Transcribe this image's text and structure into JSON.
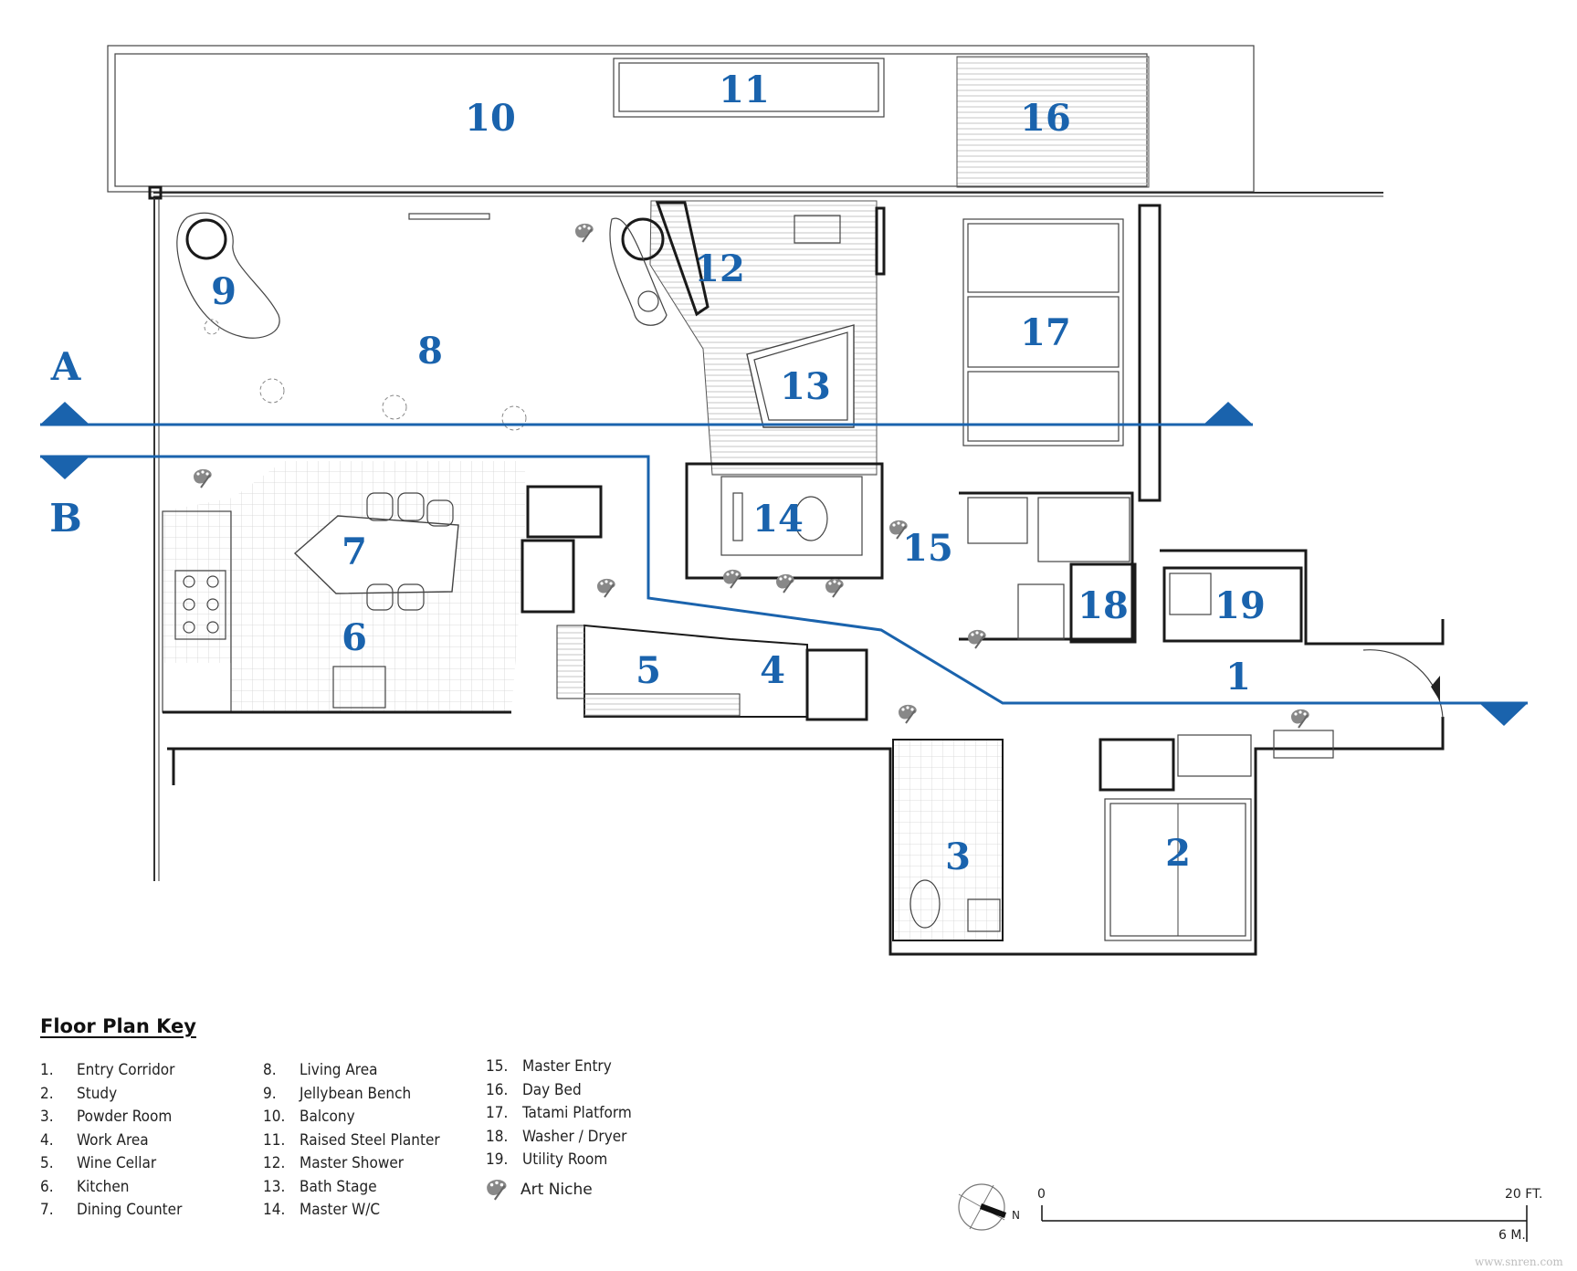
{
  "section_markers": {
    "a": "A",
    "b": "B"
  },
  "rooms": [
    {
      "n": "1"
    },
    {
      "n": "2"
    },
    {
      "n": "3"
    },
    {
      "n": "4"
    },
    {
      "n": "5"
    },
    {
      "n": "6"
    },
    {
      "n": "7"
    },
    {
      "n": "8"
    },
    {
      "n": "9"
    },
    {
      "n": "10"
    },
    {
      "n": "11"
    },
    {
      "n": "12"
    },
    {
      "n": "13"
    },
    {
      "n": "14"
    },
    {
      "n": "15"
    },
    {
      "n": "16"
    },
    {
      "n": "17"
    },
    {
      "n": "18"
    },
    {
      "n": "19"
    }
  ],
  "key": {
    "title": "Floor Plan Key",
    "col1": [
      {
        "num": "1.",
        "label": "Entry Corridor"
      },
      {
        "num": "2.",
        "label": "Study"
      },
      {
        "num": "3.",
        "label": "Powder Room"
      },
      {
        "num": "4.",
        "label": "Work Area"
      },
      {
        "num": "5.",
        "label": "Wine Cellar"
      },
      {
        "num": "6.",
        "label": "Kitchen"
      },
      {
        "num": "7.",
        "label": "Dining Counter"
      }
    ],
    "col2": [
      {
        "num": "8.",
        "label": "Living Area"
      },
      {
        "num": "9.",
        "label": "Jellybean Bench"
      },
      {
        "num": "10.",
        "label": "Balcony"
      },
      {
        "num": "11.",
        "label": "Raised Steel Planter"
      },
      {
        "num": "12.",
        "label": "Master Shower"
      },
      {
        "num": "13.",
        "label": "Bath Stage"
      },
      {
        "num": "14.",
        "label": "Master W/C"
      }
    ],
    "col3": [
      {
        "num": "15.",
        "label": "Master Entry"
      },
      {
        "num": "16.",
        "label": "Day Bed"
      },
      {
        "num": "17.",
        "label": "Tatami Platform"
      },
      {
        "num": "18.",
        "label": "Washer / Dryer"
      },
      {
        "num": "19.",
        "label": "Utility Room"
      }
    ],
    "art_niche": "Art Niche"
  },
  "north_label": "N",
  "scale": {
    "zero": "0",
    "feet": "20 FT.",
    "meters": "6 M."
  },
  "watermark": "www.snren.com",
  "colors": {
    "accent": "#1a63ad",
    "wall": "#1a1a1a",
    "hatch": "#bbbbbb"
  },
  "icons": {
    "art_niche": "palette-icon",
    "north": "north-arrow-icon"
  }
}
